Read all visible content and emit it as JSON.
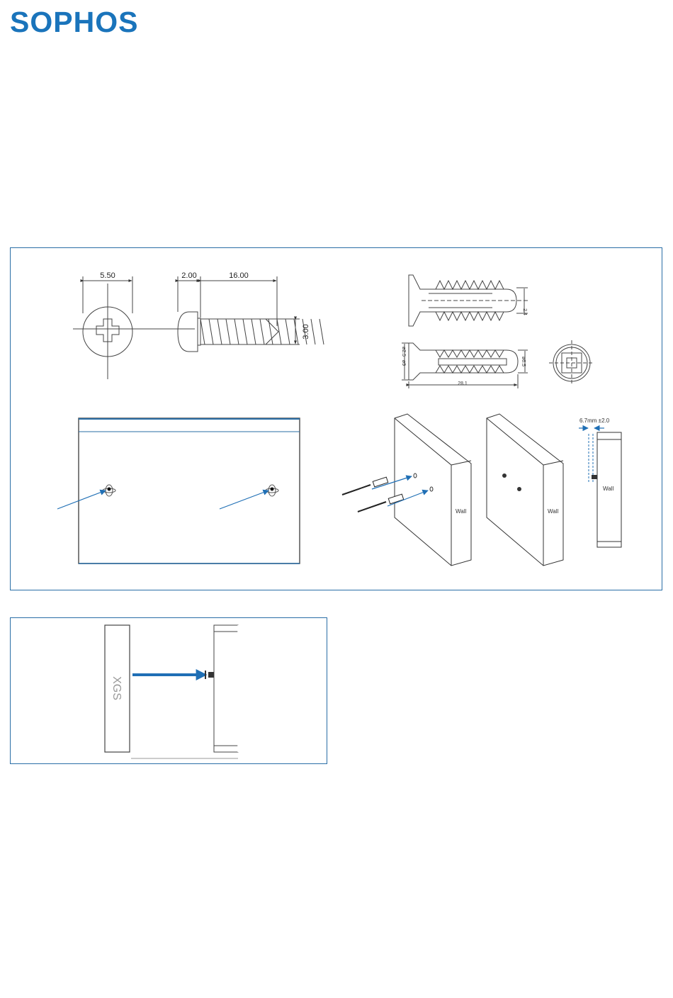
{
  "header": {
    "brand": "SOPHOS"
  },
  "colors": {
    "brand": "#1a74bb",
    "frame": "#2a6ea6",
    "arrow": "#1f6fb5",
    "line": "#333333"
  },
  "screw_drawing": {
    "head_diameter": "5.50",
    "head_height": "2.00",
    "thread_length": "16.00",
    "thread_diameter": "3.00"
  },
  "anchor_drawing": {
    "tip_diameter_top": "2.4",
    "inner_diameter": "ø2.5",
    "flange_diameter": "ø9",
    "body_diameter": "ø6.5",
    "length": "28.1"
  },
  "wall_steps": {
    "wall_label": "Wall",
    "gap_label": "6.7mm ±2.0"
  },
  "device": {
    "label": "XGS"
  }
}
